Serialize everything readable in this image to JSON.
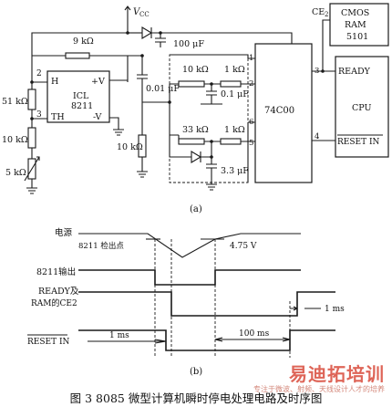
{
  "circuit": {
    "vcc": "V",
    "vcc_sub": "CC",
    "r_top": "9 kΩ",
    "c_100": "100 μF",
    "c_001": "0.01 μF",
    "r_51k": "51 kΩ",
    "r_10k_left": "10 kΩ",
    "r_5k": "5 kΩ",
    "r_10k_mid": "10 kΩ",
    "ic_name": "ICL",
    "ic_part": "8211",
    "ic_h": "H",
    "ic_vplus": "+V",
    "ic_th": "TH",
    "ic_vminus": "-V",
    "pin2": "2",
    "pin3": "3",
    "r_10k_top": "10 kΩ",
    "r_1k_top": "1 kΩ",
    "c_01": "0.1 μF",
    "r_33k": "33 kΩ",
    "r_1k_bot": "1 kΩ",
    "c_33": "3.3 μF",
    "gate": "74C00",
    "gp1": "1",
    "gp2": "2",
    "gp3": "3",
    "gp4": "4",
    "gp5": "5",
    "gp6": "6",
    "ce2": "CE",
    "ce2_sub": "2",
    "ram_l1": "CMOS",
    "ram_l2": "RAM",
    "ram_l3": "5101",
    "cpu_ready": "READY",
    "cpu_name": "CPU",
    "cpu_reset": "RESET IN",
    "sub_a": "(a)"
  },
  "timing": {
    "sig_power": "电源",
    "detect_point": "8211 检出点",
    "threshold": "4.75 V",
    "sig_8211": "8211输出",
    "sig_ready_1": "READY及",
    "sig_ready_2": "RAM的CE2",
    "t_1ms_a": "1 ms",
    "sig_reset": "RESET IN",
    "t_1ms_b": "1 ms",
    "t_100ms": "100 ms",
    "sub_b": "(b)"
  },
  "caption": "图 3   8085 微型计算机瞬时停电处理电路及时序图",
  "watermark": {
    "logo": "易迪拓培训",
    "sub": "专注于微波、射频、天线设计人才的培养"
  }
}
